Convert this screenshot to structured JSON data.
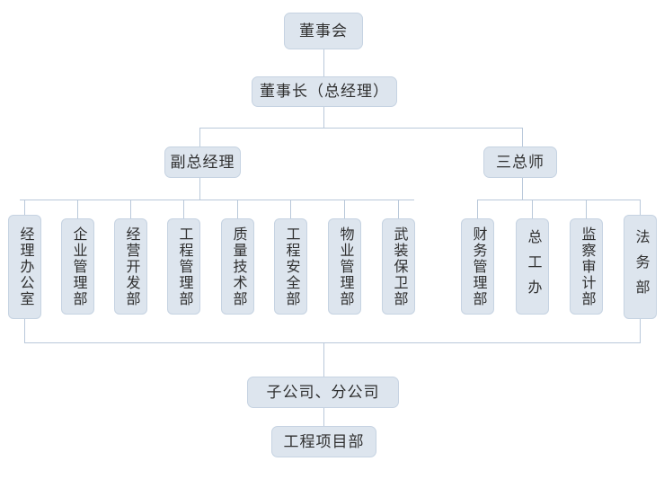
{
  "chart": {
    "title_node": "董事会",
    "type": "organization-chart",
    "line_color": "#b9c8da",
    "box_fill": "#dde5ee",
    "box_border": "#c6d3e2",
    "text_color": "#2f2f2f",
    "levels": {
      "level1": {
        "label": "董事会"
      },
      "level2": {
        "label": "董事长（总经理）"
      },
      "level3": [
        {
          "label": "副总经理"
        },
        {
          "label": "三总师"
        }
      ],
      "level4_left": [
        {
          "label": "经理办公室"
        },
        {
          "label": "企业管理部"
        },
        {
          "label": "经营开发部"
        },
        {
          "label": "工程管理部"
        },
        {
          "label": "质量技术部"
        },
        {
          "label": "工程安全部"
        },
        {
          "label": "物业管理部"
        },
        {
          "label": "武装保卫部"
        }
      ],
      "level4_right": [
        {
          "label": "财务管理部"
        },
        {
          "label": "总工办"
        },
        {
          "label": "监察审计部"
        },
        {
          "label": "法务部"
        }
      ],
      "level5": {
        "label": "子公司、分公司"
      },
      "level6": {
        "label": "工程项目部"
      }
    }
  }
}
